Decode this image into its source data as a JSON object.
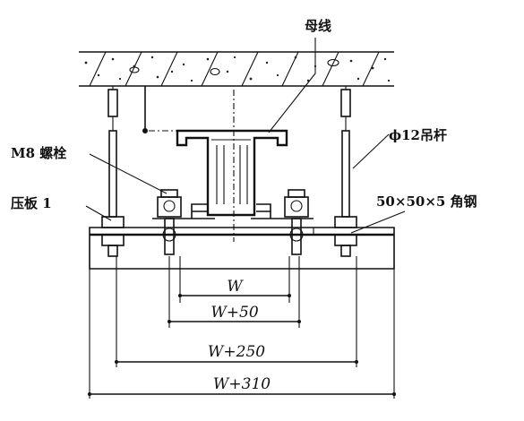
{
  "labels": {
    "busbar": "母线",
    "bolt": "M8 螺栓",
    "rod": "ϕ12吊杆",
    "plate": "压板 1",
    "angle_steel": "50×50×5 角钢"
  },
  "dimensions": {
    "d1": "W",
    "d2": "W+50",
    "d3": "W+250",
    "d4": "W+310"
  }
}
